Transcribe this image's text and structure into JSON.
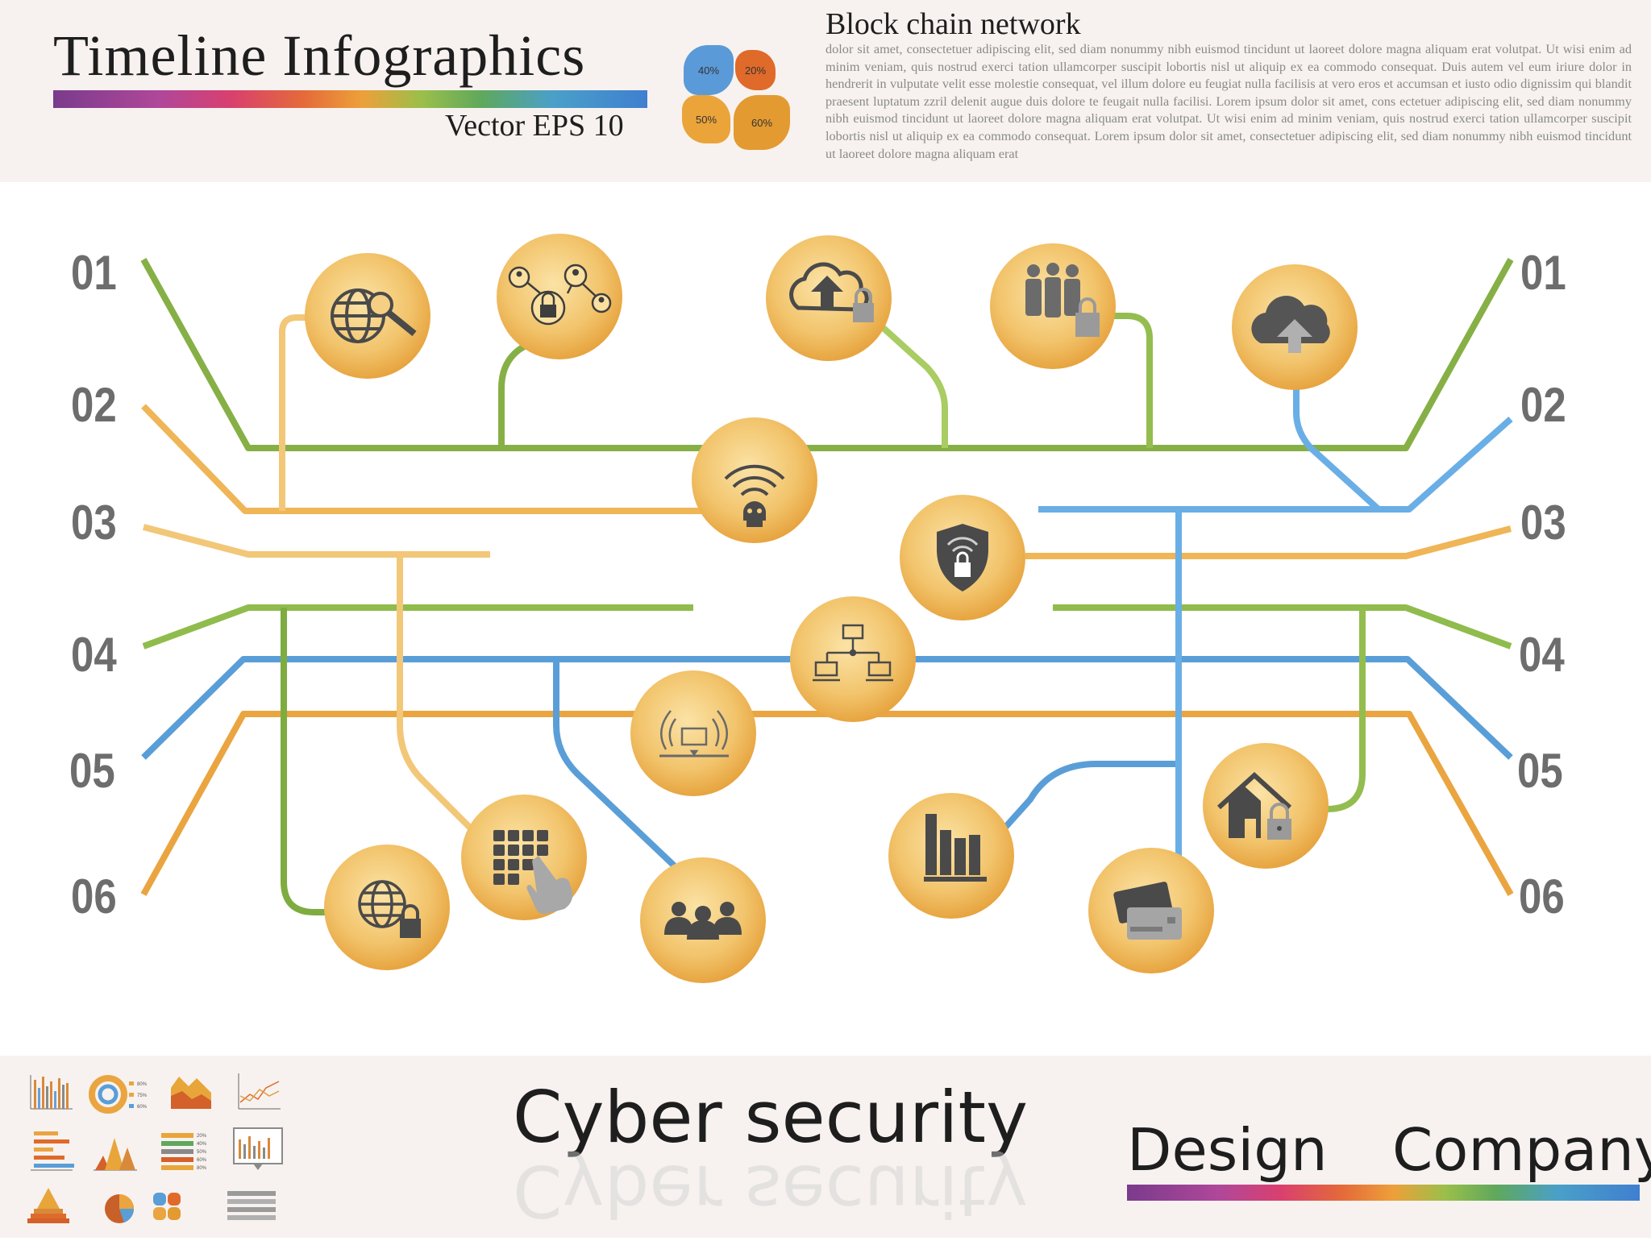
{
  "header": {
    "title": "Timeline  Infographics",
    "subtitle": "Vector  EPS 10"
  },
  "petals": [
    {
      "label": "40%",
      "color": "#5a9ad8"
    },
    {
      "label": "20%",
      "color": "#e06a2a"
    },
    {
      "label": "50%",
      "color": "#eaa43a"
    },
    {
      "label": "60%",
      "color": "#e39a30"
    }
  ],
  "block": {
    "title": "Block chain network",
    "body": "dolor sit amet, consectetuer adipiscing elit, sed diam nonummy nibh euismod tincidunt ut laoreet dolore magna aliquam erat volutpat. Ut wisi enim ad minim veniam, quis nostrud exerci tation ullamcorper suscipit lobortis nisl ut aliquip ex ea commodo consequat. Duis autem vel eum iriure dolor in hendrerit in vulputate velit esse molestie consequat, vel illum dolore eu feugiat nulla facilisis at vero eros et accumsan et iusto odio dignissim qui blandit praesent luptatum zzril delenit augue duis dolore te feugait nulla facilisi. Lorem ipsum dolor sit amet, cons ectetuer adipiscing elit, sed diam nonummy nibh euismod tincidunt ut laoreet dolore magna aliquam erat volutpat. Ut wisi enim ad minim veniam, quis nostrud exerci tation ullamcorper suscipit lobortis nisl ut aliquip ex ea commodo consequat. Lorem ipsum dolor sit amet, consectetuer adipiscing elit, sed diam nonummy nibh euismod tincidunt ut laoreet dolore magna aliquam erat"
  },
  "numbers_left": [
    "01",
    "02",
    "03",
    "04",
    "05",
    "06"
  ],
  "numbers_right": [
    "01",
    "02",
    "03",
    "04",
    "05",
    "06"
  ],
  "line_colors": {
    "green": "#8db84a",
    "orange": "#eaa540",
    "blue": "#5a9ed8",
    "light_orange": "#f0c070"
  },
  "nodes": [
    {
      "icon": "globe-search-icon"
    },
    {
      "icon": "network-lock-icon"
    },
    {
      "icon": "cloud-upload-lock-icon"
    },
    {
      "icon": "people-lock-icon"
    },
    {
      "icon": "cloud-upload-icon"
    },
    {
      "icon": "wifi-skull-icon"
    },
    {
      "icon": "shield-lock-icon"
    },
    {
      "icon": "computer-network-icon"
    },
    {
      "icon": "wireless-laptop-icon"
    },
    {
      "icon": "keypad-hand-icon"
    },
    {
      "icon": "globe-lock-icon"
    },
    {
      "icon": "group-icon"
    },
    {
      "icon": "bar-chart-icon"
    },
    {
      "icon": "credit-card-icon"
    },
    {
      "icon": "home-lock-icon"
    }
  ],
  "thumb_labels": [
    "80%",
    "75%",
    "60%",
    "20%",
    "40%",
    "50%",
    "60%",
    "80%"
  ],
  "footer": {
    "main": "Cyber security",
    "design": "Design",
    "company": "Company"
  }
}
